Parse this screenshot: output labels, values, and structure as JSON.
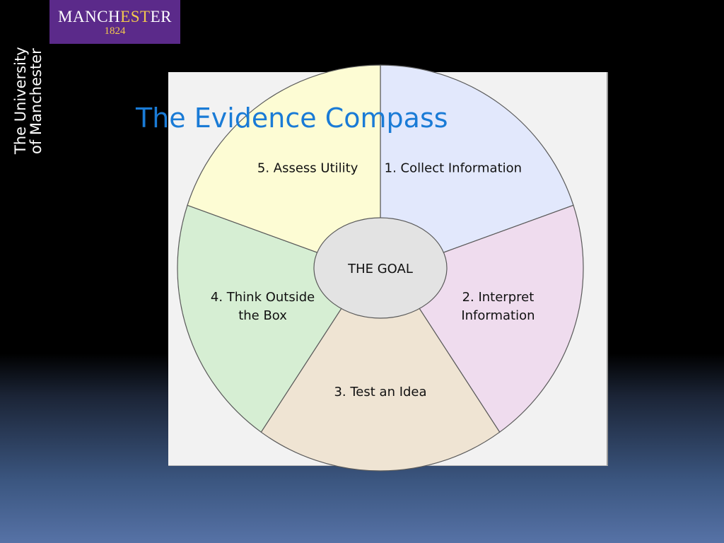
{
  "logo": {
    "prefix": "MANCH",
    "gold": "EST",
    "suffix": "ER",
    "year": "1824"
  },
  "university": {
    "line1": "The University",
    "line2": "of Manchester"
  },
  "title": "The Evidence Compass",
  "diagram": {
    "center": "THE GOAL",
    "segments": [
      {
        "lines": [
          "1. Collect Information"
        ],
        "color": "#e2e8fc"
      },
      {
        "lines": [
          "2. Interpret",
          "Information"
        ],
        "color": "#efdcee"
      },
      {
        "lines": [
          "3. Test an Idea"
        ],
        "color": "#efe4d3"
      },
      {
        "lines": [
          "4. Think Outside",
          "the Box"
        ],
        "color": "#d6eed3"
      },
      {
        "lines": [
          "5. Assess Utility"
        ],
        "color": "#fdfcd4"
      }
    ]
  },
  "colors": {
    "title": "#1a7bd6",
    "logo_bg": "#5b2a8a",
    "logo_gold": "#f3c94d"
  }
}
